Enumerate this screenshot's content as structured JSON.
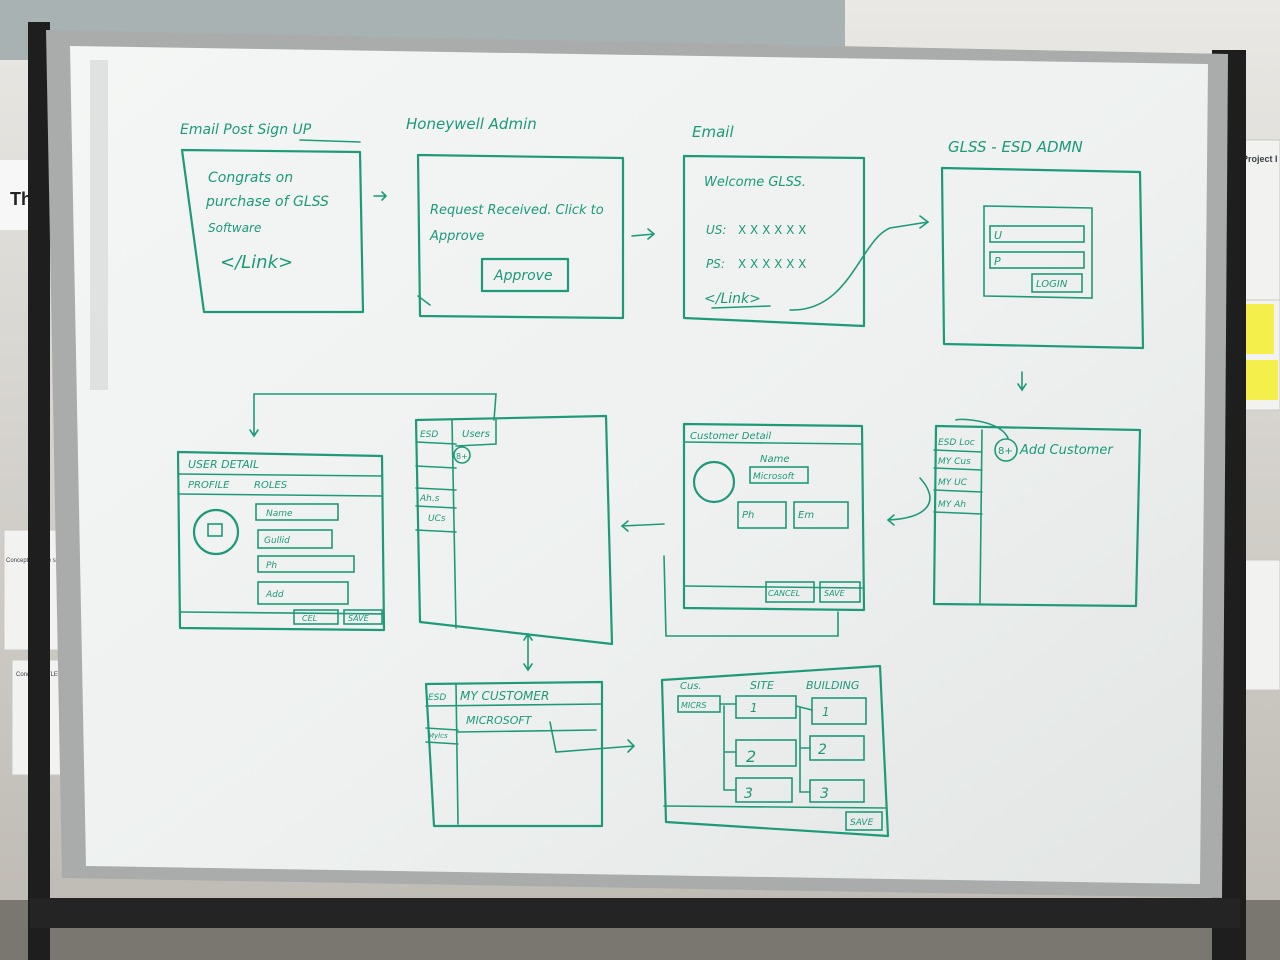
{
  "board": {
    "row1": {
      "heading_left": "Email Post Sign UP",
      "heading_mid": "Honeywell Admin",
      "heading_email": "Email",
      "heading_glss": "GLSS - ESD ADMN",
      "card1": {
        "line1": "Congrats on",
        "line2": "purchase of GLSS",
        "line3": "Software",
        "link": "</Link>"
      },
      "card2": {
        "line1": "Request Received. Click to",
        "line2": "Approve",
        "button": "Approve"
      },
      "card3": {
        "line1": "Welcome GLSS.",
        "user_label": "US:",
        "user_value": "X X X X X X",
        "pass_label": "PS:",
        "pass_value": "X X X X X X",
        "link": "</Link>"
      },
      "card4": {
        "field1": "U",
        "field2": "P",
        "button": "LOGIN"
      }
    },
    "row2": {
      "user_detail": {
        "title": "USER DETAIL",
        "tab1": "PROFILE",
        "tab2": "ROLES",
        "f1": "Name",
        "f2": "Gullid",
        "f3": "Ph",
        "f4": "Add",
        "cancel": "CEL",
        "save": "SAVE"
      },
      "esd_users": {
        "side1": "ESD",
        "side2": "Ah.s",
        "side3": "UCs",
        "top": "Users",
        "plus": "8+"
      },
      "customer_detail": {
        "title": "Customer Detail",
        "name_label": "Name",
        "name_value": "Microsoft",
        "f1": "Ph",
        "f2": "Em",
        "cancel": "CANCEL",
        "save": "SAVE"
      },
      "add_customer": {
        "m1": "ESD Loc",
        "m2": "MY Cus",
        "m3": "MY UC",
        "m4": "MY Ah",
        "plus": "8+",
        "label": "Add Customer"
      }
    },
    "row3": {
      "my_customer": {
        "side1": "ESD",
        "side2": "Mylcs",
        "title": "MY CUSTOMER",
        "row": "MICROSOFT"
      },
      "site_builder": {
        "col1": "Cus.",
        "col2": "SITE",
        "col3": "BUILDING",
        "cus_value": "MICRS",
        "site1": "1",
        "site2": "2",
        "site3": "3",
        "bld1": "1",
        "bld2": "2",
        "bld3": "3",
        "save": "SAVE"
      }
    }
  },
  "wall_left": {
    "sign_text": "Th",
    "doc_title": "Concept: Update sche",
    "doc2_title": "Concept: TITLE"
  },
  "wall_right": {
    "doc_title": "Project I"
  }
}
